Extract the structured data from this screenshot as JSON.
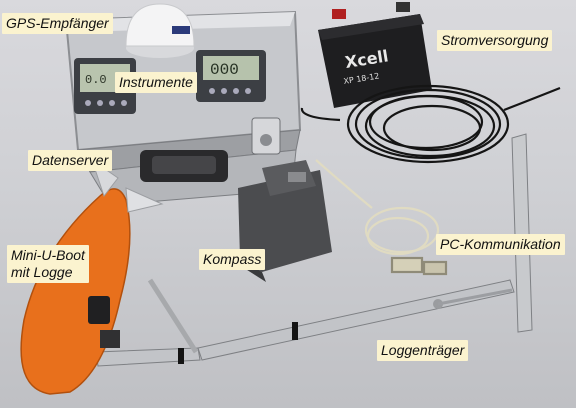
{
  "labels": {
    "gps": "GPS-Empfänger",
    "instrumente": "Instrumente",
    "stromversorgung": "Stromversorgung",
    "datenserver": "Datenserver",
    "kompass": "Kompass",
    "pc_kommunikation": "PC-Kommunikation",
    "mini_u_boot_line1": "Mini-U-Boot",
    "mini_u_boot_line2": "mit Logge",
    "loggentraeger": "Loggenträger"
  },
  "display_readouts": {
    "right_instrument": "000"
  },
  "battery_text": {
    "brand": "Xcell",
    "model": "XP 18-12"
  },
  "colors": {
    "label_background": "#fbf3cf",
    "boat_orange": "#e8701c",
    "case_silver": "#c4c6ca",
    "background": "#d2d3d7"
  }
}
